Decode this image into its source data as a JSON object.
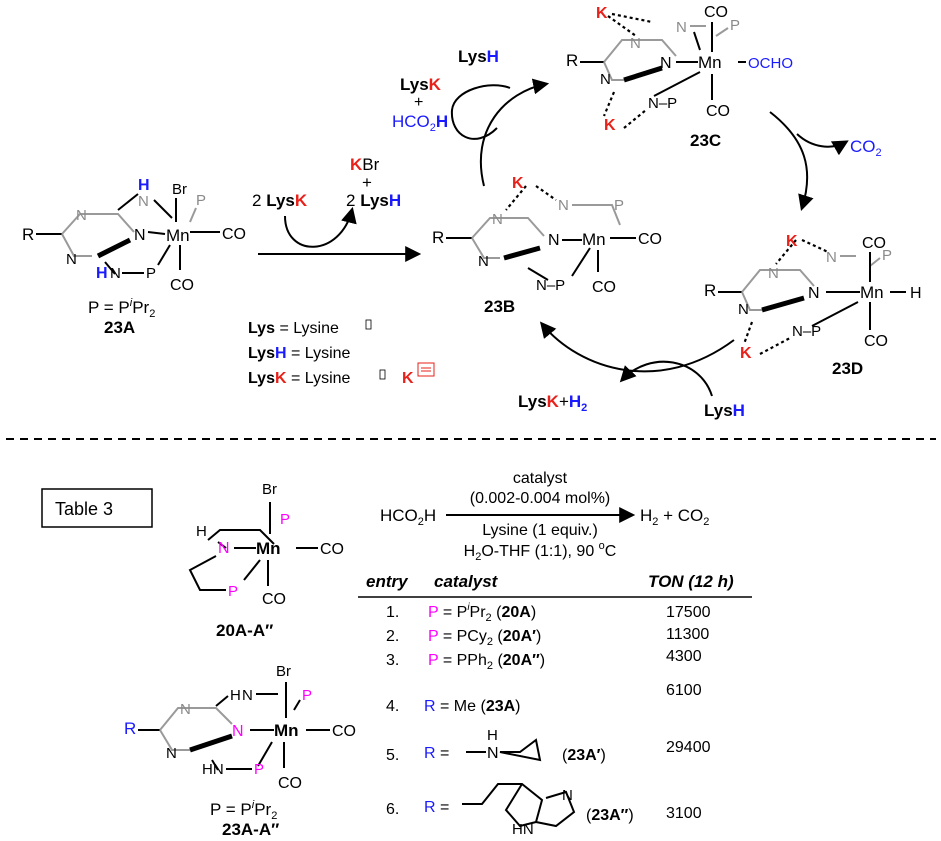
{
  "scheme": {
    "labels": {
      "c23A": "23A",
      "c23B": "23B",
      "c23C": "23C",
      "c23D": "23D",
      "p_def_pre": "P = P",
      "p_def_i": "i",
      "p_def_post": "Pr",
      "p_def_sub": "2"
    },
    "reagents": {
      "two": "2",
      "lys": "Lys",
      "k": "K",
      "h": "H",
      "br": "Br",
      "plus": "+",
      "hco2h_pre": "HCO",
      "hco2h_sub": "2",
      "co2_pre": "CO",
      "co2_sub": "2",
      "h2_pre": "H",
      "h2_sub": "2",
      "lysk_plus_h2": "+"
    },
    "legend": {
      "lys_def": "= Lysine",
      "lysh_def": "= Lysine",
      "lysk_def": "= Lysine"
    },
    "atoms": {
      "R": "R",
      "N": "N",
      "P": "P",
      "Mn": "Mn",
      "CO": "CO",
      "Br": "Br",
      "H": "H",
      "K": "K",
      "HN": "HN",
      "NP": "N–P",
      "OCHO": "OCHO"
    }
  },
  "table3": {
    "title": "Table 3",
    "reaction": {
      "substrate_pre": "HCO",
      "substrate_sub": "2",
      "substrate_post": "H",
      "above1": "catalyst",
      "above2": "(0.002-0.004 mol%)",
      "below1": "Lysine (1 equiv.)",
      "below2": "H",
      "below2_sub": "2",
      "below2_post": "O-THF (1:1), 90 ",
      "below2_deg": "o",
      "below2_c": "C",
      "product_h": "H",
      "product_sub": "2",
      "product_plus": " + CO",
      "product_sub2": "2"
    },
    "columns": [
      "entry",
      "catalyst",
      "TON (12 h)"
    ],
    "rows": [
      {
        "entry": "1.",
        "lead": "P",
        "text": "= P",
        "sup": "i",
        "rest": "Pr",
        "sub": "2",
        "label": "20A",
        "ton": "17500"
      },
      {
        "entry": "2.",
        "lead": "P",
        "text": "= PCy",
        "sup": "",
        "rest": "",
        "sub": "2",
        "label": "20A′",
        "ton": "11300"
      },
      {
        "entry": "3.",
        "lead": "P",
        "text": "= PPh",
        "sup": "",
        "rest": "",
        "sub": "2",
        "label": "20A″",
        "ton": "4300"
      },
      {
        "entry": "4.",
        "lead": "R",
        "text": "= Me",
        "sup": "",
        "rest": "",
        "sub": "",
        "label": "23A",
        "ton": "6100"
      },
      {
        "entry": "5.",
        "lead": "R",
        "text": "=",
        "sup": "",
        "rest": "",
        "sub": "",
        "label": "23A′",
        "ton": "29400"
      },
      {
        "entry": "6.",
        "lead": "R",
        "text": "=",
        "sup": "",
        "rest": "",
        "sub": "",
        "label": "23A″",
        "ton": "3100"
      }
    ],
    "structures": {
      "label20": "20A-A″",
      "label23": "23A-A″",
      "p_def_pre": "P = P",
      "p_def_i": "i",
      "p_def_post": "Pr",
      "p_def_sub": "2"
    },
    "sub_atoms": {
      "H": "H",
      "N": "N",
      "HN": "HN"
    }
  }
}
